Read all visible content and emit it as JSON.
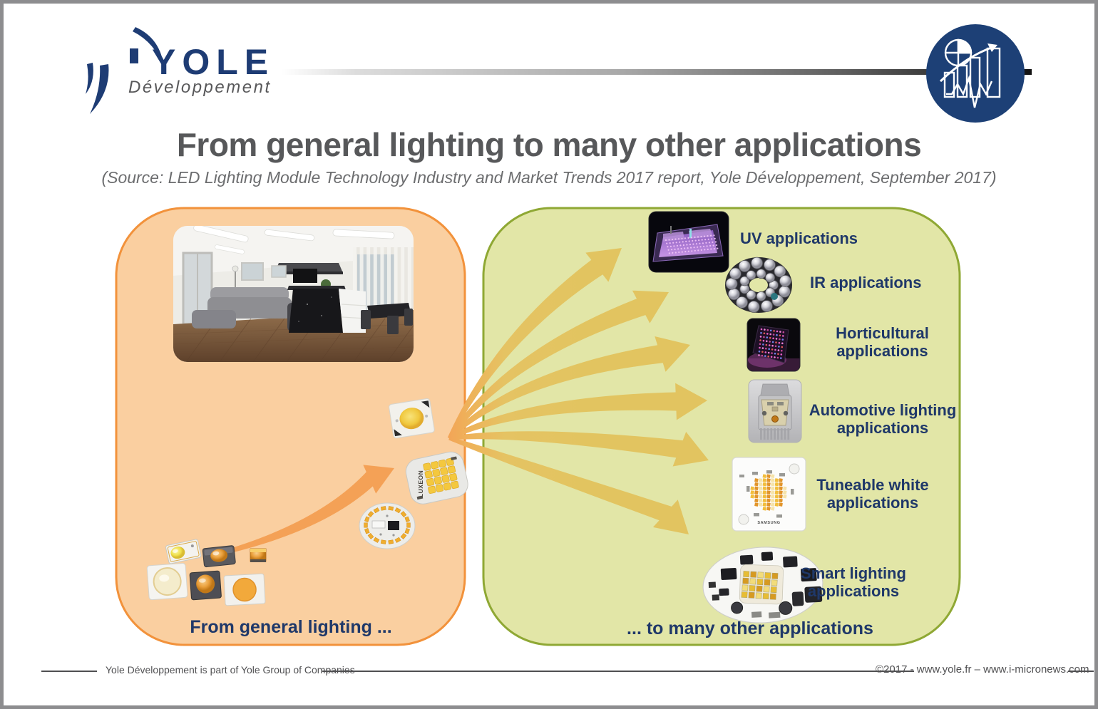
{
  "page": {
    "title": "From general lighting to many other applications",
    "subtitle": "(Source: LED Lighting Module Technology Industry and Market Trends 2017 report, Yole Développement, September 2017)"
  },
  "logo": {
    "brand": "YOLE",
    "tagline": "Développement"
  },
  "header_icon": "market-charts-icon",
  "left_panel": {
    "caption": "From general lighting ...",
    "module_brand": "LUXEON"
  },
  "right_panel": {
    "caption": "... to many other applications",
    "applications": [
      {
        "label": "UV applications"
      },
      {
        "label": "IR applications"
      },
      {
        "label": "Horticultural applications"
      },
      {
        "label": "Automotive lighting applications"
      },
      {
        "label": "Tuneable white applications"
      },
      {
        "label": "Smart lighting applications"
      }
    ],
    "board_brand": "SAMSUNG"
  },
  "footer": {
    "left_text": "Yole Développement is part of Yole Group of Companies",
    "right_text": "©2017 - www.yole.fr – www.i-micronews.com"
  },
  "colors": {
    "navy": "#1F3869",
    "title_gray": "#57585A",
    "panel_orange": "#FACFA0",
    "panel_orange_border": "#F2923B",
    "panel_green": "#E2E6A7",
    "panel_green_border": "#8FA834",
    "arrow_gold": "#E2C460",
    "arrow_orange": "#F4A156",
    "logo_blue": "#1E3C74"
  }
}
